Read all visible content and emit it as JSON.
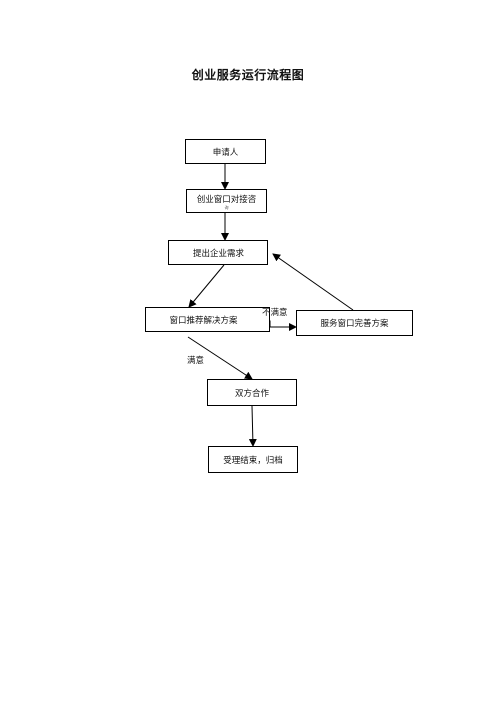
{
  "title": "创业服务运行流程图",
  "nodes": {
    "applicant": "申请人",
    "window_reception": "创业窗口对接咨",
    "window_reception_note": "询",
    "submit_needs": "提出企业需求",
    "recommend_solution": "窗口推荐解决方案",
    "improve_solution": "服务窗口完善方案",
    "cooperation": "双方合作",
    "archive": "受理结束，归档"
  },
  "edge_labels": {
    "unsatisfied": "不满意",
    "satisfied": "满意"
  }
}
